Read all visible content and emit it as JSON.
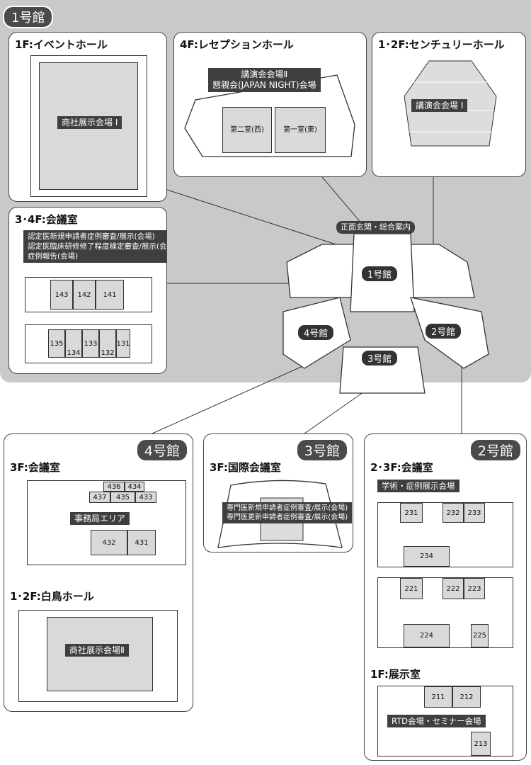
{
  "hall1": {
    "badge": "1号館",
    "event_hall": {
      "title": "1F:イベントホール",
      "label": "商社展示会場 Ⅰ"
    },
    "reception_hall": {
      "title": "4F:レセプションホール",
      "label1": "講演会会場Ⅱ",
      "label2": "懇親会(JAPAN NIGHT)会場",
      "room_west": "第二室(西)",
      "room_east": "第一室(東)"
    },
    "century_hall": {
      "title": "1･2F:センチュリーホール",
      "label": "講演会会場 Ⅰ"
    },
    "meeting_rooms": {
      "title": "3･4F:会議室",
      "label1": "認定医新規申請者症例審査/展示(会場)",
      "label2": "認定医臨床研修修了程度検定審査/展示(会場)",
      "label3": "症例報告(会場)",
      "rooms_4f": [
        "143",
        "142",
        "141"
      ],
      "rooms_3f": [
        "135",
        "134",
        "133",
        "132",
        "131"
      ]
    }
  },
  "overview": {
    "entrance": "正面玄関・総合案内",
    "b1": "1号館",
    "b2": "2号館",
    "b3": "3号館",
    "b4": "4号館"
  },
  "hall4": {
    "badge": "4号館",
    "meeting_title": "3F:会議室",
    "rooms_top": [
      "436",
      "434"
    ],
    "rooms_mid": [
      "437",
      "435",
      "433"
    ],
    "office": "事務局エリア",
    "rooms_bottom": [
      "432",
      "431"
    ],
    "hakucho_title": "1･2F:白鳥ホール",
    "hakucho_label": "商社展示会場Ⅱ"
  },
  "hall3": {
    "badge": "3号館",
    "title": "3F:国際会議室",
    "label1": "専門医新規申請者症例審査/展示(会場)",
    "label2": "専門医更新申請者症例審査/展示(会場)"
  },
  "hall2": {
    "badge": "2号館",
    "meeting_title": "2･3F:会議室",
    "academic": "学術・症例展示会場",
    "rooms_3f_top": [
      "231",
      "232",
      "233"
    ],
    "room_234": "234",
    "rooms_2f_top": [
      "221",
      "222",
      "223"
    ],
    "room_224": "224",
    "room_225": "225",
    "exhibit_title": "1F:展示室",
    "rooms_1f": [
      "211",
      "212"
    ],
    "rtd": "RTD会場・セミナー会場",
    "room_213": "213"
  }
}
